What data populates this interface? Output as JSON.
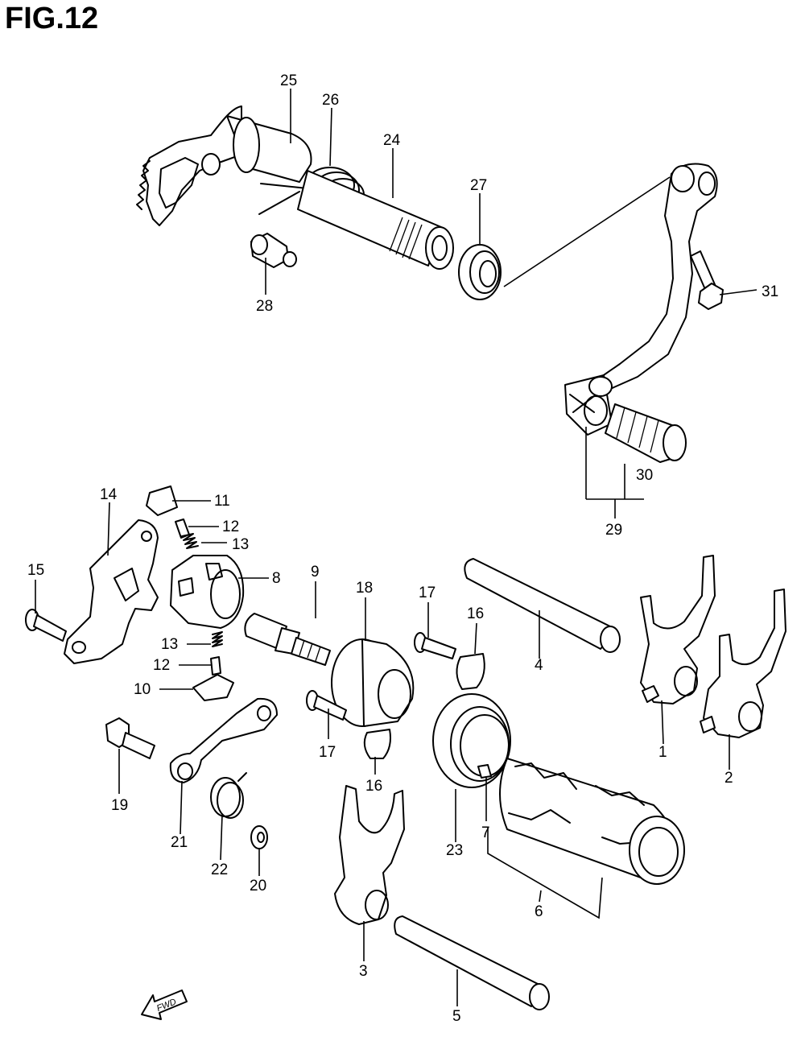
{
  "figure": {
    "title": "FIG.12"
  },
  "fwd_label": "FWD",
  "callouts": {
    "c1": "1",
    "c2": "2",
    "c3": "3",
    "c4": "4",
    "c5": "5",
    "c6": "6",
    "c7": "7",
    "c8": "8",
    "c9": "9",
    "c10": "10",
    "c11": "11",
    "c12a": "12",
    "c12b": "12",
    "c13a": "13",
    "c13b": "13",
    "c14": "14",
    "c15": "15",
    "c16a": "16",
    "c16b": "16",
    "c17a": "17",
    "c17b": "17",
    "c18": "18",
    "c19": "19",
    "c20": "20",
    "c21": "21",
    "c22": "22",
    "c23": "23",
    "c24": "24",
    "c25": "25",
    "c26": "26",
    "c27": "27",
    "c28": "28",
    "c29": "29",
    "c30": "30",
    "c31": "31"
  }
}
